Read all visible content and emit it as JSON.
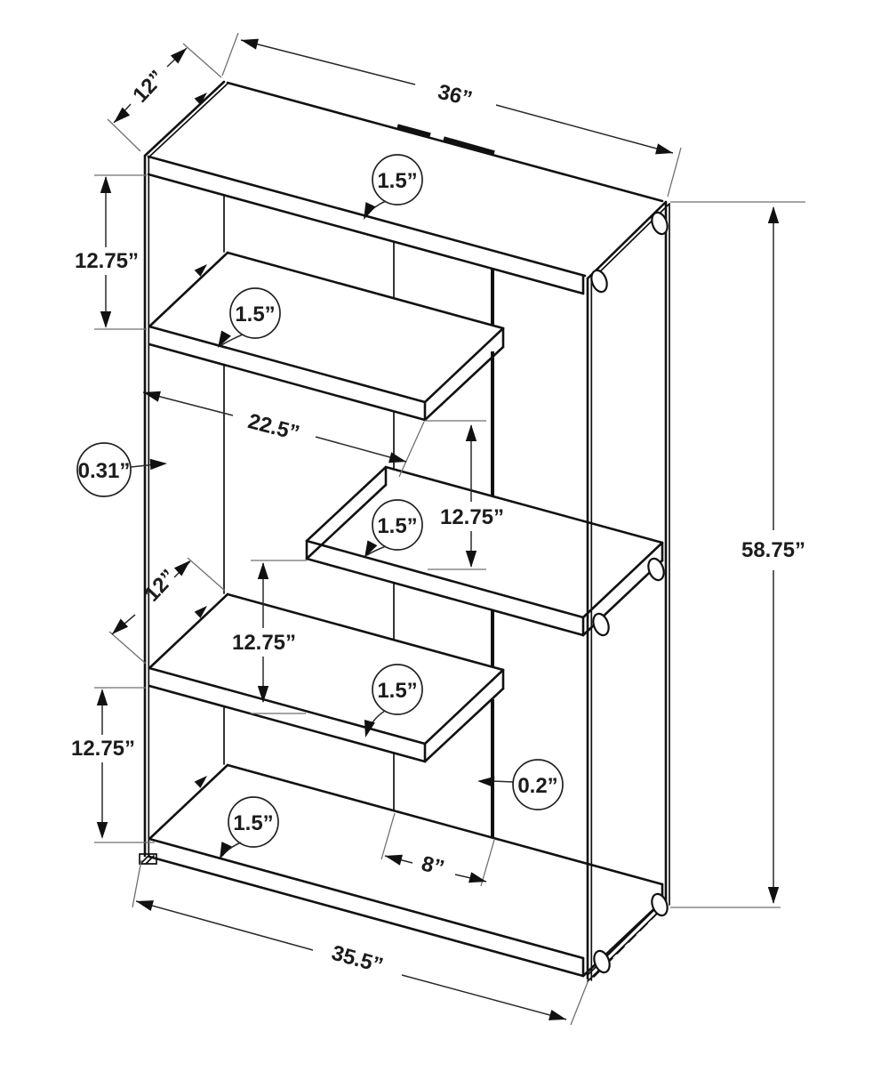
{
  "labels": {
    "top_depth": "12”",
    "top_width": "36”",
    "t_top": "1.5”",
    "gap_top_left": "12.75”",
    "t_shelf2": "1.5”",
    "shelf2_length": "22.5”",
    "glass_thickness": "0.31”",
    "t_shelf3": "1.5”",
    "gap_mid_right": "12.75”",
    "shelf4_depth": "12”",
    "gap_mid_left": "12.75”",
    "t_shelf4": "1.5”",
    "gap_bottom_left": "12.75”",
    "back_thickness": "0.2”",
    "t_bottom": "1.5”",
    "back_width": "8”",
    "overall_height": "58.75”",
    "overall_width_bottom": "35.5”"
  },
  "colors": {
    "background": "#ffffff",
    "furniture_line": "#111111",
    "dimension_line": "#2a2a2a",
    "extension_line": "#6f6f6f"
  }
}
